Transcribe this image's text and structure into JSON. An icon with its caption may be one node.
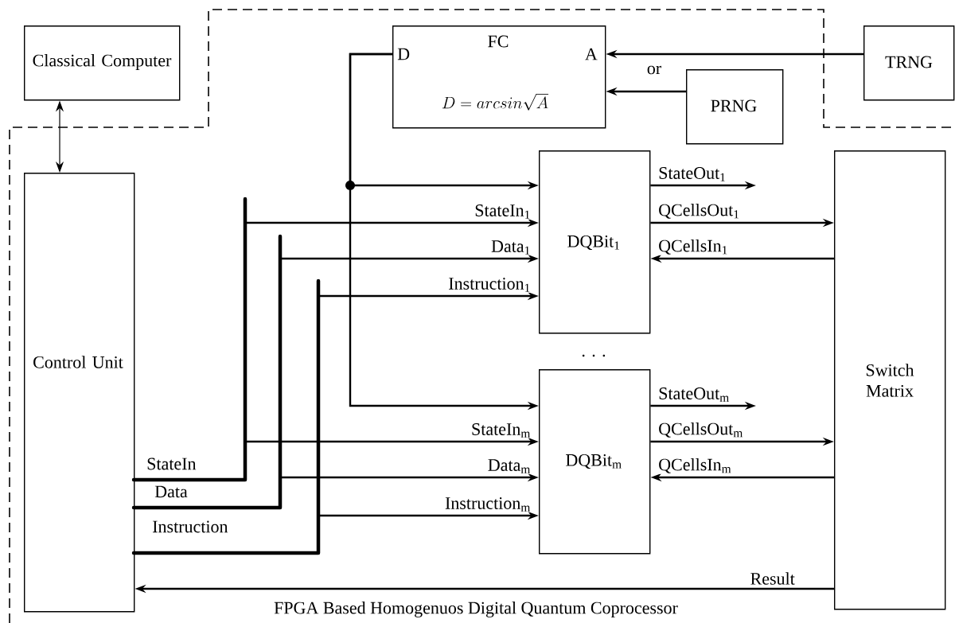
{
  "diagram": {
    "nodes": [
      {
        "text": [
          "Classical Computer"
        ]
      },
      {
        "text": [
          "FC",
          "D",
          "A",
          "D = arcsin\\sqrt{A}"
        ]
      },
      {
        "text": [
          "TRNG"
        ]
      },
      {
        "text": [
          "PRNG"
        ]
      },
      {
        "text": [
          "Control Unit"
        ]
      },
      {
        "text": [
          "DQBit$_{1}$"
        ]
      },
      {
        "text": [
          "DQBit$_{m}$"
        ]
      },
      {
        "text": [
          "Switch Matrix"
        ]
      }
    ],
    "edges": [
      {
        "from": 0,
        "to": 4,
        "arrow": "both"
      },
      {
        "from": 2,
        "to": 1,
        "arrow": "to"
      },
      {
        "from": 3,
        "to": 1,
        "arrow": "to"
      },
      {
        "from": 1,
        "to": 5,
        "arrow": "to"
      },
      {
        "from": 1,
        "to": 6,
        "arrow": "to"
      },
      {
        "from": 4,
        "to": 5,
        "arrow": "to",
        "label": "StateIn$_{1}$"
      },
      {
        "from": 4,
        "to": 5,
        "arrow": "to",
        "label": "Data$_{1}$"
      },
      {
        "from": 4,
        "to": 5,
        "arrow": "to",
        "label": "Instruction$_{1}$"
      },
      {
        "from": 4,
        "to": 6,
        "arrow": "to",
        "label": "StateIn$_{m}$"
      },
      {
        "from": 4,
        "to": 6,
        "arrow": "to",
        "label": "Data$_{m}$"
      },
      {
        "from": 4,
        "to": 6,
        "arrow": "to",
        "label": "Instruction$_{m}$"
      },
      {
        "from": 5,
        "to": null,
        "arrow": "to",
        "label": "StateOut$_{1}$"
      },
      {
        "from": 5,
        "to": 7,
        "arrow": "to",
        "label": "QCellsOut$_{1}$"
      },
      {
        "from": 7,
        "to": 5,
        "arrow": "to",
        "label": "QCellsIn$_{1}$"
      },
      {
        "from": 6,
        "to": null,
        "arrow": "to",
        "label": "StateOut$_{m}$"
      },
      {
        "from": 6,
        "to": 7,
        "arrow": "to",
        "label": "QCellsOut$_{m}$"
      },
      {
        "from": 7,
        "to": 6,
        "arrow": "to",
        "label": "QCellsIn$_{m}$"
      },
      {
        "from": 7,
        "to": 4,
        "arrow": "to",
        "label": "Result"
      }
    ],
    "labels": [
      "or",
      "· · ·",
      "StateIn",
      "Data",
      "Instruction",
      "FPGA Based Homogenuos Digital Quantum Coprocessor"
    ]
  }
}
